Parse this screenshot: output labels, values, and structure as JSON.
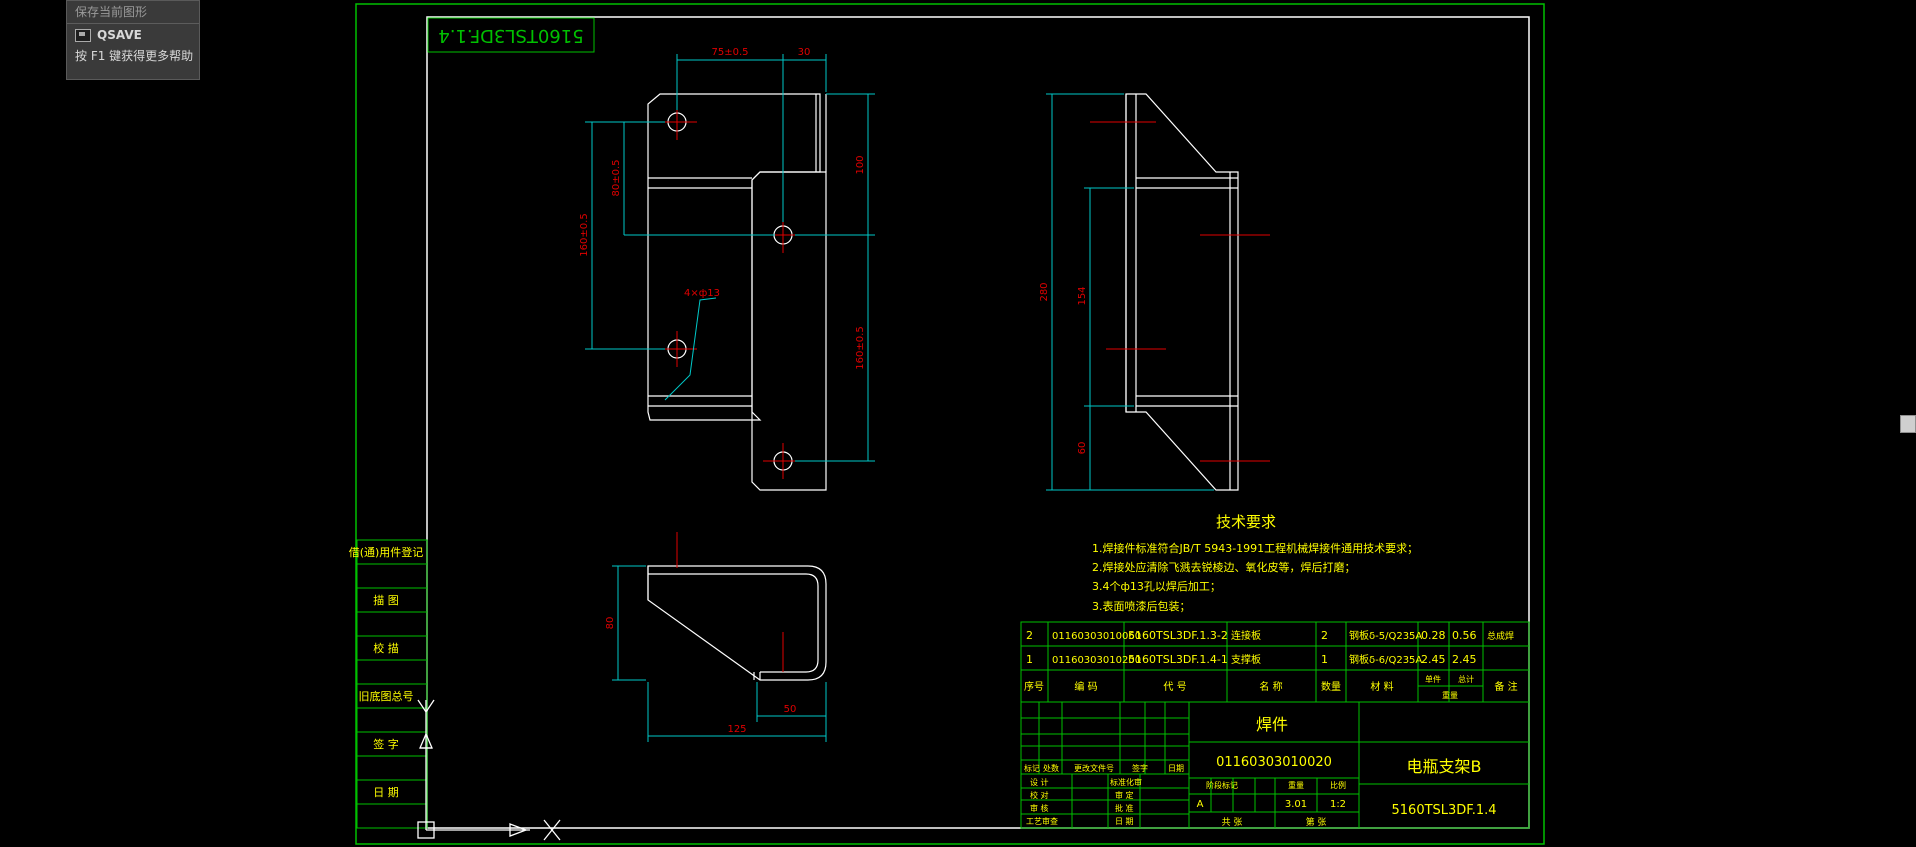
{
  "tooltip": {
    "save_text": "保存当前图形",
    "command": "QSAVE",
    "help": "按 F1 键获得更多帮助",
    "command_icon": "save-command-icon"
  },
  "drawing": {
    "corner_title": "5160TSL3DF.1.4",
    "tech_req": {
      "title": "技术要求",
      "items": [
        "1.焊接件标准符合JB/T 5943-1991工程机械焊接件通用技术要求；",
        "2.焊接处应清除飞溅去锐棱边、氧化皮等，焊后打磨；",
        "3.4个ф13孔以焊后加工；",
        "3.表面喷漆后包装；"
      ]
    },
    "dims": {
      "top_width": "75±0.5",
      "top_right": "30",
      "left_outer": "160±0.5",
      "left_inner": "80±0.5",
      "right_upper": "100",
      "right_lower": "160±0.5",
      "hole_note": "4×ф13",
      "side_total": "280",
      "side_mid": "154",
      "side_low": "60",
      "bottom_h": "80",
      "bottom_50": "50",
      "bottom_125": "125"
    },
    "left_strip": [
      "借(通)用件登记",
      "描  图",
      "校  描",
      "旧底图总号",
      "签  字",
      "日  期"
    ],
    "bom": {
      "rows": [
        [
          "2",
          "01160303010060",
          "5160TSL3DF.1.3-2",
          "连接板",
          "2",
          "钢板δ-5/Q235A",
          "0.28",
          "0.56",
          "总成焊"
        ],
        [
          "1",
          "01160303010200",
          "5160TSL3DF.1.4-1",
          "支撑板",
          "1",
          "钢板δ-6/Q235A",
          "2.45",
          "2.45",
          ""
        ]
      ],
      "header": [
        "序号",
        "编    码",
        "代    号",
        "名    称",
        "数量",
        "材    料",
        "单件",
        "总计",
        "备  注"
      ],
      "weight_label": "重量"
    },
    "title_block": {
      "part_type": "焊件",
      "code": "01160303010020",
      "name": "电瓶支架B",
      "drawing_no": "5160TSL3DF.1.4",
      "stage_label": "阶段标记",
      "weight_label": "重量",
      "scale_label": "比例",
      "stage": "A",
      "weight": "3.01",
      "scale": "1:2",
      "sheets": "共  张",
      "sheet": "第  张",
      "sign_rows": [
        "设 计",
        "校 对",
        "审 核",
        "工艺审查"
      ],
      "sign_mid": [
        "标准化审",
        "审 定",
        "批 准",
        "日 期"
      ],
      "rev_header": [
        "标记",
        "处数",
        "更改文件号",
        "签字",
        "日期"
      ]
    },
    "colors": {
      "frame": "#00c000",
      "geometry": "#ffffff",
      "dimension": "#00c8c8",
      "center": "#e00000",
      "text": "#ffff00"
    }
  }
}
